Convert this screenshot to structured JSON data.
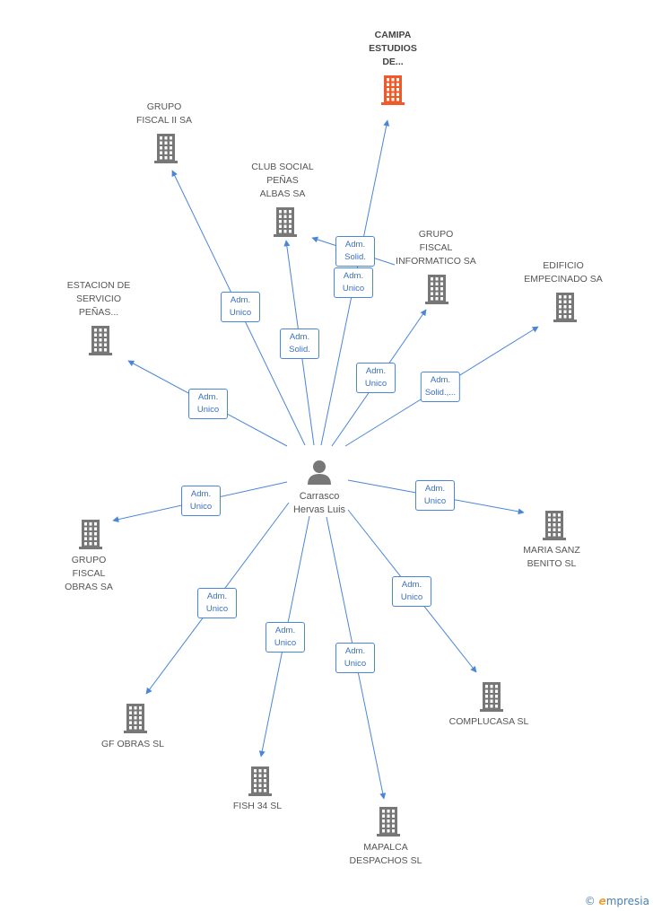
{
  "center": {
    "name": "Carrasco\nHervas Luis",
    "icon": "person-icon"
  },
  "colors": {
    "edge": "#4a86d8",
    "building": "#777777",
    "highlight": "#f05a28"
  },
  "nodes": [
    {
      "id": "camipa",
      "label": "CAMIPA\nESTUDIOS\nDE...",
      "highlight": true
    },
    {
      "id": "grupo-fiscal-ii",
      "label": "GRUPO\nFISCAL II SA"
    },
    {
      "id": "club-social",
      "label": "CLUB SOCIAL\nPEÑAS\nALBAS SA"
    },
    {
      "id": "grupo-fiscal-informatico",
      "label": "GRUPO\nFISCAL\nINFORMATICO SA"
    },
    {
      "id": "edificio-empecinado",
      "label": "EDIFICIO\nEMPECINADO SA"
    },
    {
      "id": "estacion-servicio",
      "label": "ESTACION DE\nSERVICIO\nPEÑAS..."
    },
    {
      "id": "grupo-fiscal-obras",
      "label": "GRUPO\nFISCAL\nOBRAS SA"
    },
    {
      "id": "maria-sanz",
      "label": "MARIA SANZ\nBENITO SL"
    },
    {
      "id": "gf-obras",
      "label": "GF OBRAS  SL"
    },
    {
      "id": "complucasa",
      "label": "COMPLUCASA SL"
    },
    {
      "id": "fish34",
      "label": "FISH 34 SL"
    },
    {
      "id": "mapalca",
      "label": "MAPALCA\nDESPACHOS SL"
    }
  ],
  "edges": [
    {
      "target": "camipa",
      "label": "Adm.\nUnico"
    },
    {
      "target": "grupo-fiscal-ii",
      "label": "Adm.\nUnico"
    },
    {
      "target": "club-social",
      "label": "Adm.\nSolid."
    },
    {
      "target": "grupo-fiscal-informatico",
      "label": "Adm.\nUnico"
    },
    {
      "target": "edificio-empecinado",
      "label": "Adm.\nSolid.,..."
    },
    {
      "target": "estacion-servicio",
      "label": "Adm.\nUnico"
    },
    {
      "target": "grupo-fiscal-obras",
      "label": "Adm.\nUnico"
    },
    {
      "target": "maria-sanz",
      "label": "Adm.\nUnico"
    },
    {
      "target": "gf-obras",
      "label": "Adm.\nUnico"
    },
    {
      "target": "complucasa",
      "label": "Adm.\nUnico"
    },
    {
      "target": "fish34",
      "label": "Adm.\nUnico"
    },
    {
      "target": "mapalca",
      "label": "Adm.\nUnico"
    },
    {
      "source": "grupo-fiscal-informatico",
      "target": "club-social",
      "label": "Adm.\nSolid."
    }
  ],
  "watermark": {
    "symbol": "©",
    "brand_initial": "e",
    "brand_rest": "mpresia"
  }
}
